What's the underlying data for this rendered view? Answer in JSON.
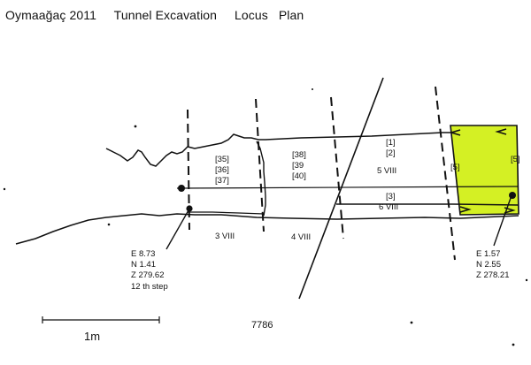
{
  "title": "Oymaağaç 2011     Tunnel Excavation     Locus   Plan",
  "colors": {
    "ink": "#111111",
    "highlight": "#d4f024"
  },
  "loci": {
    "l35": "[35]",
    "l36": "[36]",
    "l37": "[37]",
    "l38": "[38]",
    "l39": "[39",
    "l40": "[40]",
    "l1": "[1]",
    "l2": "[2]",
    "l3": "[3]",
    "l5a": "[5]",
    "l5b": "[5]",
    "v5": "5 VIII",
    "v6": "6 VIII",
    "v3": "3 VIII",
    "v4": "4 VIII"
  },
  "point_west": {
    "e": "E 8.73",
    "n": "N 1.41",
    "z": "Z 279.62",
    "note": "12 th step"
  },
  "point_east": {
    "e": "E 1.57",
    "n": "N 2.55",
    "z": "Z 278.21"
  },
  "plan_number": "7786",
  "scale_label": "1m"
}
